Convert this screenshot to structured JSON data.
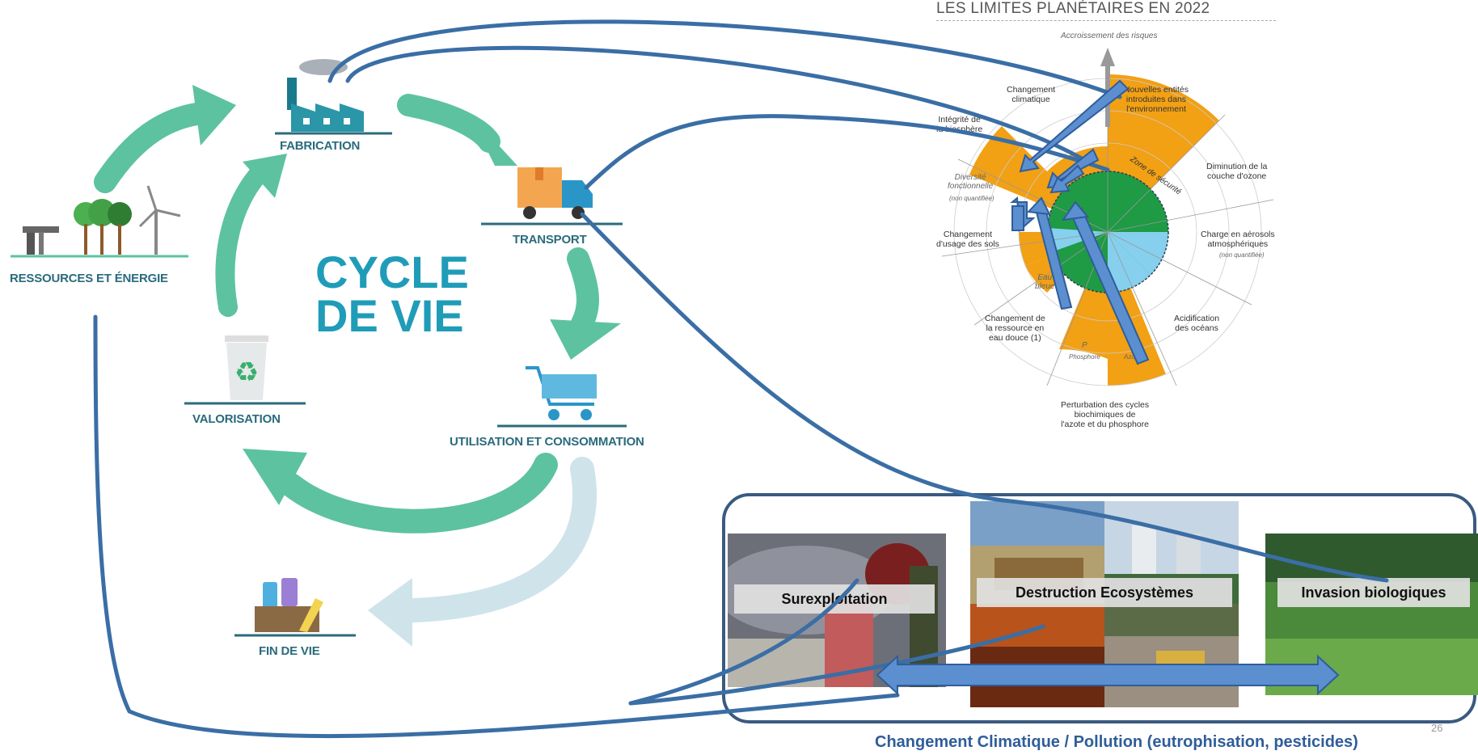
{
  "life_cycle": {
    "title_line1": "CYCLE",
    "title_line2": "DE VIE",
    "stages": {
      "fabrication": "FABRICATION",
      "transport": "TRANSPORT",
      "utilisation": "UTILISATION ET CONSOMMATION",
      "fin_de_vie": "FIN DE VIE",
      "valorisation": "VALORISATION",
      "ressources": "RESSOURCES ET ÉNERGIE"
    },
    "colors": {
      "arrow": "#5dc2a0",
      "arrow_light": "#cfe3ea",
      "text": "#2a6b7c",
      "title": "#1f9cb8"
    }
  },
  "planetary_boundaries": {
    "title": "LES LIMITES PLANÉTAIRES EN 2022",
    "top_axis": "Accroissement des risques",
    "labels": {
      "climat": "Changement\nclimatique",
      "entites": "Nouvelles entités\nintroduites dans\nl'environnement",
      "ozone": "Diminution de la\ncouche d'ozone",
      "aerosols": "Charge en aérosols\natmosphériques",
      "aerosols_note": "(non quantifiée)",
      "acidification": "Acidification\ndes océans",
      "cycles": "Perturbation des cycles\nbiochimiques de\nl'azote et du phosphore",
      "eau_douce": "Changement de\nla ressource en\neau douce (1)",
      "sols": "Changement\nd'usage des sols",
      "diversite": "Diversité\nfonctionnelle",
      "diversite_note": "(non quantifiée)",
      "integrite": "Intégrité de\nla biosphère",
      "zone_securite": "Zone de sécurité",
      "eau_bleue": "Eau\nbleue",
      "phosphore_p": "P",
      "phosphore": "Phosphore",
      "azote": "Azote"
    },
    "colors": {
      "exceeded": "#f2a014",
      "safe": "#1f9a45",
      "safe_light": "#86d0ee"
    }
  },
  "pressures": {
    "labels": [
      "Surexploitation",
      "Destruction Ecosystèmes",
      "Invasion biologiques"
    ],
    "caption": "Changement Climatique / Pollution (eutrophisation, pesticides)",
    "page_number": "26"
  },
  "connector_color": "#3a6ea5",
  "block_arrow_color": "#5b8fd0"
}
